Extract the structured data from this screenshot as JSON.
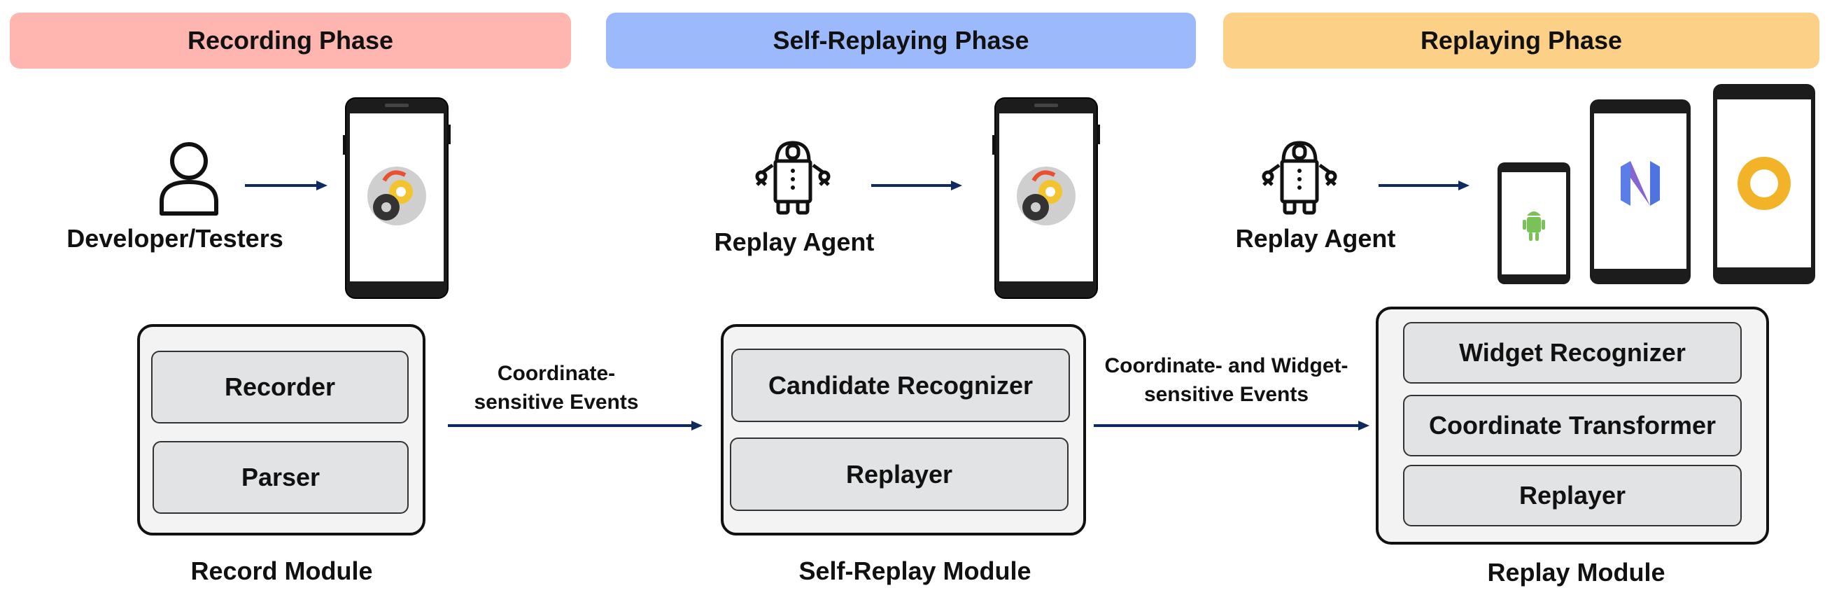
{
  "phases": {
    "recording": "Recording Phase",
    "self_replaying": "Self-Replaying Phase",
    "replaying": "Replaying Phase"
  },
  "actors": {
    "developer": "Developer/Testers",
    "agent1": "Replay Agent",
    "agent2": "Replay Agent"
  },
  "modules": {
    "record": {
      "title": "Record Module",
      "items": [
        "Recorder",
        "Parser"
      ]
    },
    "self_replay": {
      "title": "Self-Replay Module",
      "items": [
        "Candidate Recognizer",
        "Replayer"
      ]
    },
    "replay": {
      "title": "Replay Module",
      "items": [
        "Widget Recognizer",
        "Coordinate Transformer",
        "Replayer"
      ]
    }
  },
  "edges": {
    "record_to_selfreplay": [
      "Coordinate-",
      "sensitive Events"
    ],
    "selfreplay_to_replay": [
      "Coordinate- and Widget-",
      "sensitive Events"
    ]
  },
  "colors": {
    "recording": "#ffb6b0",
    "self_replaying": "#9cb9fb",
    "replaying": "#fdd088",
    "arrow": "#0e2a5e"
  }
}
